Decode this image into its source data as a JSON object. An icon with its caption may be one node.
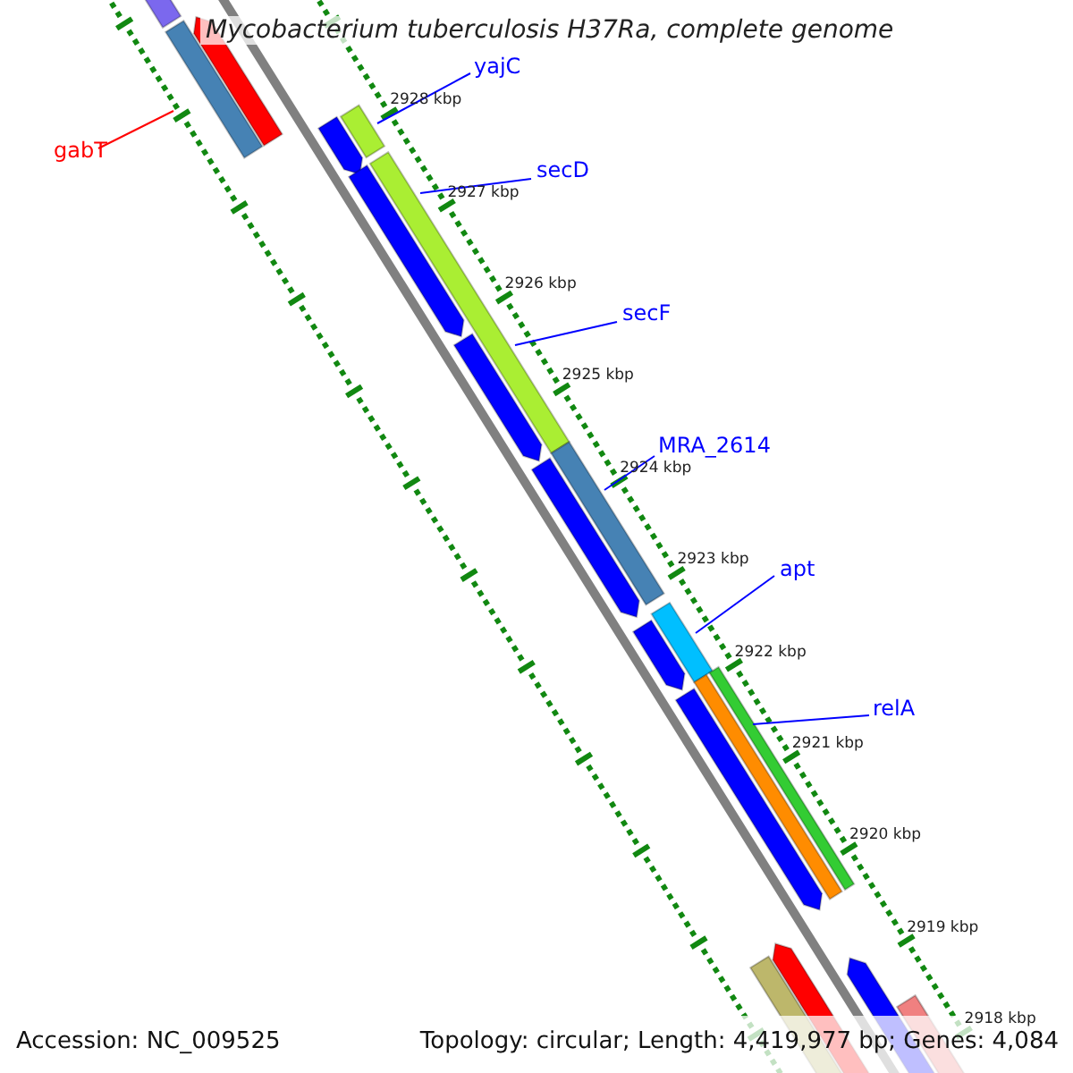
{
  "diagram": {
    "title": "Mycobacterium tuberculosis H37Ra, complete genome",
    "nodes": [
      {
        "text": [
          "yajC"
        ]
      },
      {
        "text": [
          "gabT"
        ]
      },
      {
        "text": [
          "secD"
        ]
      },
      {
        "text": [
          "secF"
        ]
      },
      {
        "text": [
          "MRA_2614"
        ]
      },
      {
        "text": [
          "apt"
        ]
      },
      {
        "text": [
          "relA"
        ]
      }
    ],
    "edges": [
      {
        "from": 0,
        "to": null,
        "arrow": "none"
      },
      {
        "from": 1,
        "to": null,
        "arrow": "none",
        "color": "#ff0000"
      },
      {
        "from": 2,
        "to": null,
        "arrow": "none"
      },
      {
        "from": 3,
        "to": null,
        "arrow": "none"
      },
      {
        "from": 4,
        "to": null,
        "arrow": "none"
      },
      {
        "from": 5,
        "to": null,
        "arrow": "none"
      },
      {
        "from": 6,
        "to": null,
        "arrow": "none"
      }
    ],
    "labels": [
      "2928 kbp",
      "2927 kbp",
      "2926 kbp",
      "2925 kbp",
      "2924 kbp",
      "2923 kbp",
      "2922 kbp",
      "2921 kbp",
      "2920 kbp",
      "2919 kbp",
      "2918 kbp",
      "Accession: NC_009525",
      "Topology: circular; Length: 4,419,977 bp; Genes: 4,084"
    ]
  }
}
